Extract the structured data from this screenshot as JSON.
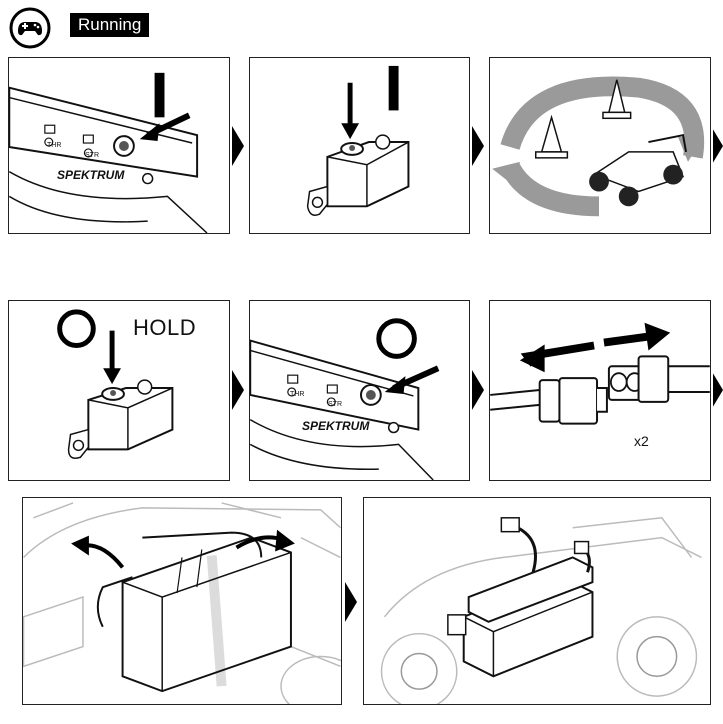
{
  "header": {
    "title": "Running",
    "icon": "gamepad-icon"
  },
  "panels": {
    "p1": {
      "icon": "transmitter-button-icon",
      "brand": "SPEKTRUM",
      "buttons": [
        "THR",
        "STR"
      ]
    },
    "p2": {
      "icon": "receiver-bind-button-icon"
    },
    "p3": {
      "icon": "vehicle-driving-loop-icon"
    },
    "p4": {
      "icon": "receiver-hold-button-icon",
      "hold_text": "HOLD"
    },
    "p5": {
      "icon": "transmitter-power-off-icon",
      "brand": "SPEKTRUM",
      "buttons": [
        "THR",
        "STR"
      ]
    },
    "p6": {
      "icon": "battery-connector-disconnect-icon",
      "qty": "x2"
    },
    "p7": {
      "icon": "battery-strap-release-icon"
    },
    "p8": {
      "icon": "battery-removal-icon"
    }
  },
  "colors": {
    "ink": "#111111",
    "arrow_gray": "#9a9a9a",
    "panel_border": "#222222"
  }
}
